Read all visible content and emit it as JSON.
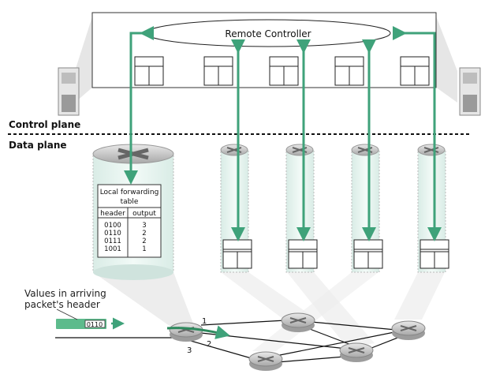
{
  "controller": {
    "label": "Remote Controller"
  },
  "planes": {
    "control": "Control plane",
    "data": "Data plane"
  },
  "local_table": {
    "title_line1": "Local forwarding",
    "title_line2": "table",
    "col_header": "header",
    "col_output": "output",
    "rows": [
      {
        "header": "0100",
        "output": "3"
      },
      {
        "header": "0110",
        "output": "2"
      },
      {
        "header": "0111",
        "output": "2"
      },
      {
        "header": "1001",
        "output": "1"
      }
    ]
  },
  "packet": {
    "caption_line1": "Values in arriving",
    "caption_line2": "packet's header",
    "value": "0110"
  },
  "ports": [
    "1",
    "2",
    "3"
  ],
  "colors": {
    "arrow_green": "#3fa27a",
    "packet_green": "#5dbb8c",
    "router_gray": "#c8c8c8",
    "column_tint": "#e4f3ef"
  }
}
